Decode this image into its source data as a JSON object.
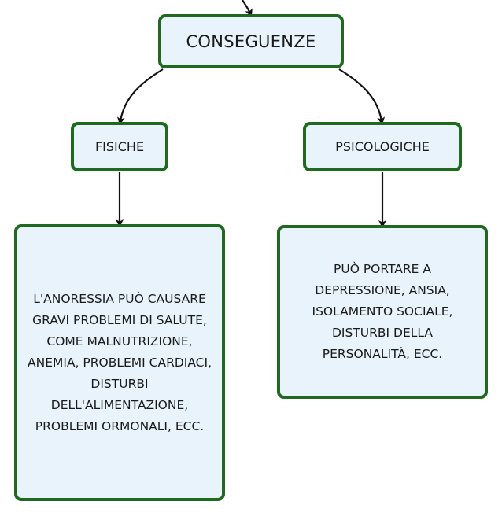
{
  "diagram": {
    "root": {
      "label": "CONSEGUENZE"
    },
    "branches": [
      {
        "label": "FISICHE",
        "description": "L'ANORESSIA PUÒ CAUSARE GRAVI PROBLEMI DI SALUTE, COME MALNUTRIZIONE, ANEMIA, PROBLEMI CARDIACI, DISTURBI DELL'ALIMENTAZIONE, PROBLEMI ORMONALI, ECC."
      },
      {
        "label": "PSICOLOGICHE",
        "description": "PUÒ PORTARE A DEPRESSIONE, ANSIA, ISOLAMENTO SOCIALE, DISTURBI DELLA PERSONALITÀ, ECC."
      }
    ],
    "colors": {
      "node_fill": "#e8f3fc",
      "node_border": "#1f6a1f",
      "connector": "#111111"
    }
  }
}
